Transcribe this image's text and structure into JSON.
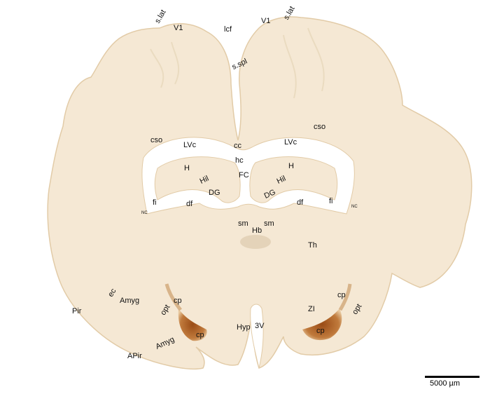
{
  "colors": {
    "tissue": "#f5e8d4",
    "tissue_edge": "#e2cba7",
    "stain_dark": "#a8591e",
    "stain_mid": "#c98a4a",
    "background": "#ffffff"
  },
  "labels": {
    "s_lat_left": "s.lat",
    "s_lat_right": "s.lat",
    "v1_left": "V1",
    "v1_right": "V1",
    "lcf": "lcf",
    "s_spl": "s.spl",
    "cso_left": "cso",
    "cso_right": "cso",
    "lvc_left": "LVc",
    "lvc_right": "LVc",
    "cc": "cc",
    "hc": "hc",
    "h_left": "H",
    "h_right": "H",
    "hil_left": "Hil",
    "hil_right": "Hil",
    "fc": "FC",
    "dg_left": "DG",
    "dg_right": "DG",
    "fi_left": "fi",
    "fi_right": "fi",
    "df_left": "df",
    "df_right": "df",
    "nc_left": "NC",
    "nc_right": "NC",
    "sm_left": "sm",
    "sm_right": "sm",
    "hb": "Hb",
    "th": "Th",
    "ec": "ec",
    "amyg_upper": "Amyg",
    "amyg_lower": "Amyg",
    "opt_left": "opt",
    "opt_right": "opt",
    "cp_left_upper": "cp",
    "cp_left_lower": "cp",
    "cp_right_upper": "cp",
    "cp_right_lower": "cp",
    "zi": "ZI",
    "pir": "Pir",
    "apir": "APir",
    "hyp": "Hyp",
    "v3": "3V"
  },
  "scalebar": {
    "label": "5000 µm"
  }
}
